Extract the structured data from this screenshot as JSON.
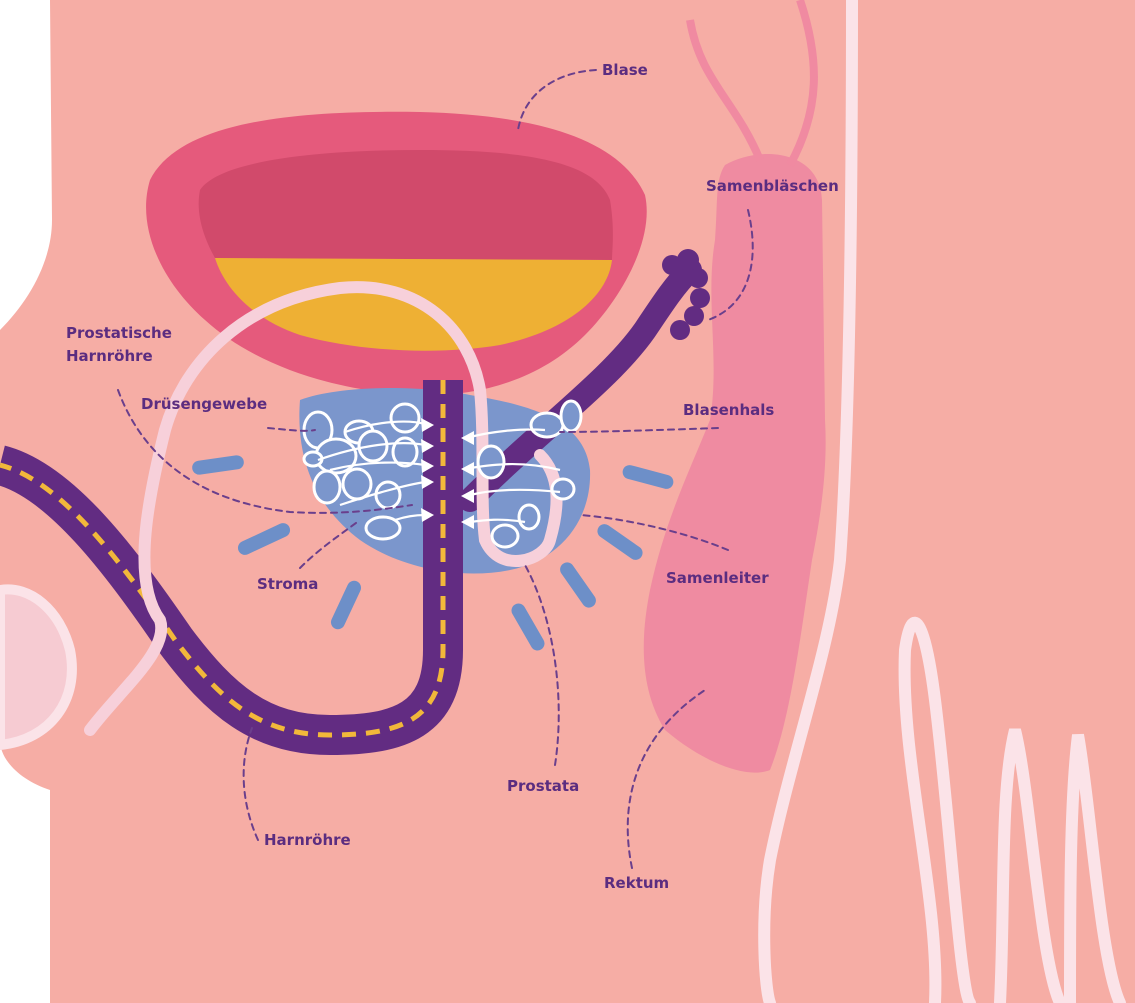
{
  "labels": {
    "blase": "Blase",
    "samenblaeschen": "Samenbläschen",
    "prostatische_harnroehre_1": "Prostatische",
    "prostatische_harnroehre_2": "Harnröhre",
    "druesengewebe": "Drüsengewebe",
    "blasenhals": "Blasenhals",
    "stroma": "Stroma",
    "samenleiter": "Samenleiter",
    "prostata": "Prostata",
    "harnroehre": "Harnröhre",
    "rektum": "Rektum"
  },
  "colors": {
    "skin": "#f6ada5",
    "bladder_wall": "#e55a7c",
    "bladder_inner": "#d14a6b",
    "urine": "#eeb034",
    "prostate": "#7b96cc",
    "urethra": "#622c82",
    "urethra_center_line": "#f2b83a",
    "vas_deferens_pale": "#f7d0da",
    "seminal_vesicle": "#ef8ba1",
    "label_text": "#5b2d80",
    "outline_white": "#ffffff"
  }
}
